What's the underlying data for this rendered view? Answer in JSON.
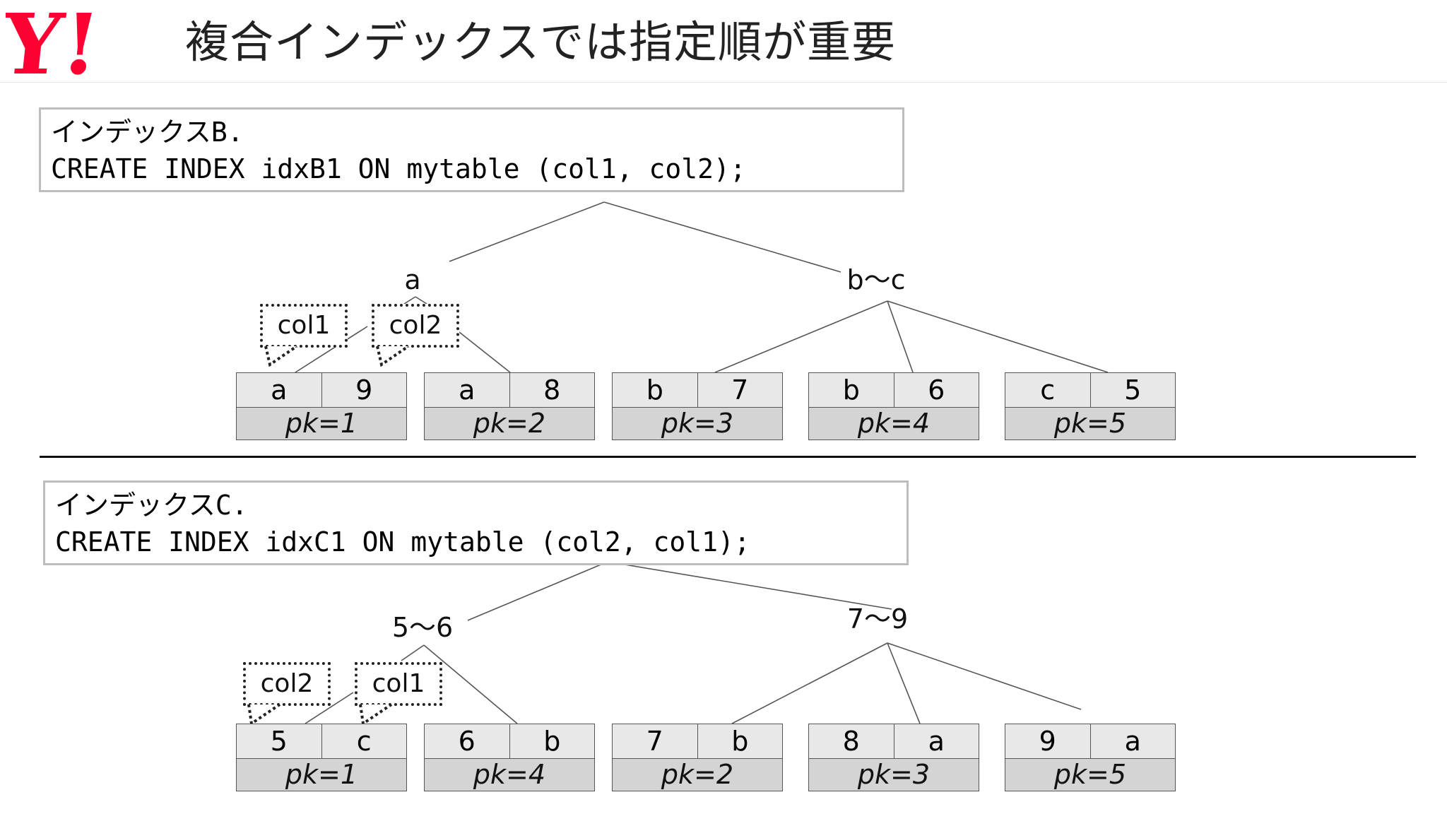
{
  "header": {
    "logo_text": "Y!",
    "title": "複合インデックスでは指定順が重要"
  },
  "colors": {
    "logo_red": "#ff0033",
    "cell_bg": "#e8e8e8",
    "pk_bg": "#d4d4d4"
  },
  "section_b": {
    "heading": "インデックスB.",
    "sql": "CREATE INDEX idxB1 ON mytable (col1, col2);",
    "branch_labels": [
      "a",
      "b～c"
    ],
    "callouts": [
      "col1",
      "col2"
    ],
    "leaves": [
      {
        "k1": "a",
        "k2": "9",
        "pk": "pk=1"
      },
      {
        "k1": "a",
        "k2": "8",
        "pk": "pk=2"
      },
      {
        "k1": "b",
        "k2": "7",
        "pk": "pk=3"
      },
      {
        "k1": "b",
        "k2": "6",
        "pk": "pk=4"
      },
      {
        "k1": "c",
        "k2": "5",
        "pk": "pk=5"
      }
    ]
  },
  "section_c": {
    "heading": "インデックスC.",
    "sql": "CREATE INDEX idxC1 ON mytable (col2, col1);",
    "branch_labels": [
      "5～6",
      "7～9"
    ],
    "callouts": [
      "col2",
      "col1"
    ],
    "leaves": [
      {
        "k1": "5",
        "k2": "c",
        "pk": "pk=1"
      },
      {
        "k1": "6",
        "k2": "b",
        "pk": "pk=4"
      },
      {
        "k1": "7",
        "k2": "b",
        "pk": "pk=2"
      },
      {
        "k1": "8",
        "k2": "a",
        "pk": "pk=3"
      },
      {
        "k1": "9",
        "k2": "a",
        "pk": "pk=5"
      }
    ]
  }
}
